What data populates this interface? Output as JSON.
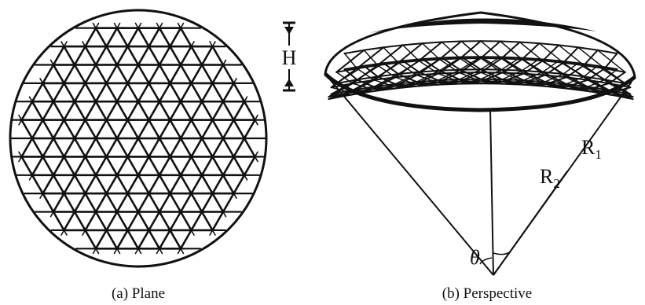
{
  "caption_plane": "(a) Plane",
  "caption_perspective": "(b) Perspective",
  "height_label": "H",
  "radius_outer_label": "R",
  "radius_outer_sub": "1",
  "radius_inner_label": "R",
  "radius_inner_sub": "2",
  "angle_label": "θ",
  "ink_color": "#111111"
}
